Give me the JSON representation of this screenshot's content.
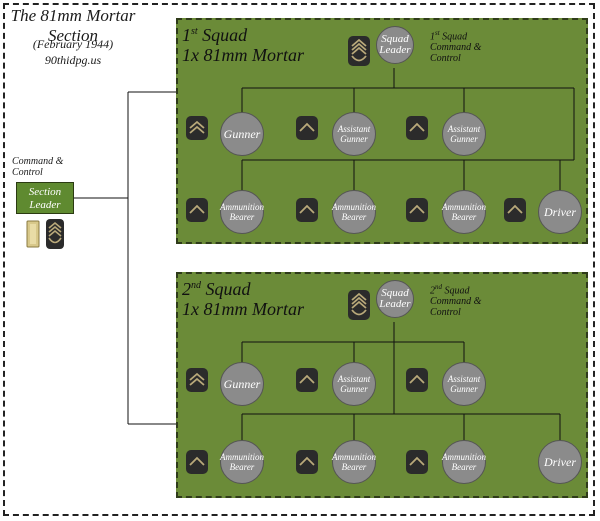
{
  "title": {
    "line1": "The 81mm Mortar",
    "line2": "Section",
    "date": "(February 1944)",
    "site": "90thidpg.us"
  },
  "hq": {
    "cc_label": "Command &\nControl",
    "box_label": "Section\nLeader",
    "insignia": [
      "lieutenant-bar-icon",
      "staff-sergeant-chevron-icon"
    ],
    "colors": {
      "bar": "#d8c88a",
      "chevron": "#2b2b2b"
    }
  },
  "squads": [
    {
      "title_sup": "st",
      "title_num": "1",
      "title_rest": " Squad",
      "subtitle": "1x 81mm Mortar",
      "cc_sup": "st",
      "cc_num": "1",
      "cc_label": " Squad\nCommand &\nControl",
      "leader": "Squad\nLeader",
      "row1": [
        "Gunner",
        "Assistant\nGunner",
        "Assistant\nGunner"
      ],
      "row2": [
        "Ammunition\nBearer",
        "Ammunition\nBearer",
        "Ammunition\nBearer",
        "Driver"
      ]
    },
    {
      "title_sup": "nd",
      "title_num": "2",
      "title_rest": " Squad",
      "subtitle": "1x 81mm Mortar",
      "cc_sup": "nd",
      "cc_num": "2",
      "cc_label": " Squad\nCommand &\nControl",
      "leader": "Squad\nLeader",
      "row1": [
        "Gunner",
        "Assistant\nGunner",
        "Assistant\nGunner"
      ],
      "row2": [
        "Ammunition\nBearer",
        "Ammunition\nBearer",
        "Ammunition\nBearer",
        "Driver"
      ]
    }
  ],
  "colors": {
    "squad_bg": "#6b8b38",
    "node": "#8b8b8b",
    "hq_box": "#5f8a30"
  }
}
